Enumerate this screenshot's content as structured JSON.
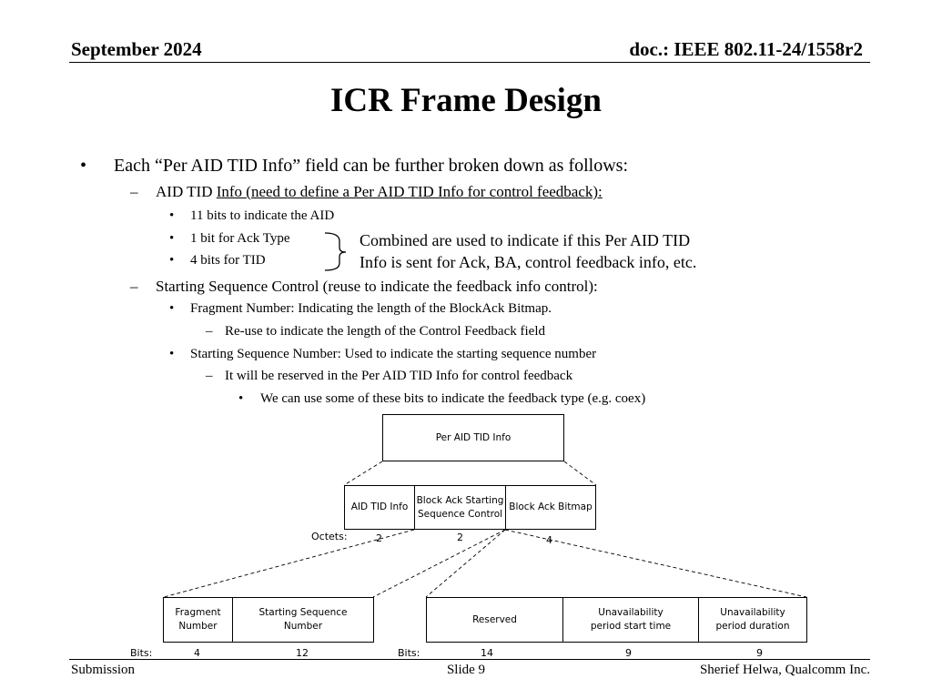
{
  "header": {
    "date": "September 2024",
    "doc": "doc.: IEEE 802.11-24/1558r2"
  },
  "title": "ICR Frame Design",
  "bullets": {
    "b1": "Each “Per AID TID Info” field can be further broken down as follows:",
    "b2_prefix": "AID TID ",
    "b2_underlined": "Info (need to define a Per AID TID Info for control feedback):",
    "b3": "11 bits to indicate the AID",
    "b4": "1 bit for Ack Type",
    "b5": "4 bits for TID",
    "combined_line1": "Combined are used to indicate if this Per AID TID",
    "combined_line2": "Info is sent for Ack, BA, control feedback info, etc.",
    "b6": "Starting Sequence Control (reuse to indicate the feedback info control):",
    "b7": "Fragment Number: Indicating the length of the BlockAck Bitmap.",
    "b8": "Re-use to indicate the length of the Control Feedback field",
    "b9": "Starting Sequence Number: Used to indicate the starting sequence number",
    "b10": "It will be reserved in the Per AID TID Info for control feedback",
    "b11": "We can use some of these bits to indicate the feedback type (e.g. coex)"
  },
  "markers": {
    "bullet": "•",
    "dash": "–"
  },
  "diagram": {
    "top_box": "Per AID TID Info",
    "mid": {
      "aid_tid_info": "AID TID Info",
      "bass_control": "Block Ack Starting\nSequence Control",
      "ba_bitmap": "Block Ack Bitmap",
      "octets_label": "Octets:",
      "octets": [
        "2",
        "2",
        "4"
      ]
    },
    "bottom_left": {
      "fragment_number": "Fragment\nNumber",
      "starting_sequence_number": "Starting Sequence\nNumber",
      "bits_label": "Bits:",
      "bits": [
        "4",
        "12"
      ]
    },
    "bottom_right": {
      "reserved": "Reserved",
      "unavail_start": "Unavailability\nperiod start time",
      "unavail_duration": "Unavailability\nperiod duration",
      "bits_label": "Bits:",
      "bits": [
        "14",
        "9",
        "9"
      ]
    }
  },
  "footer": {
    "left": "Submission",
    "center": "Slide 9",
    "right": "Sherief Helwa, Qualcomm Inc."
  }
}
